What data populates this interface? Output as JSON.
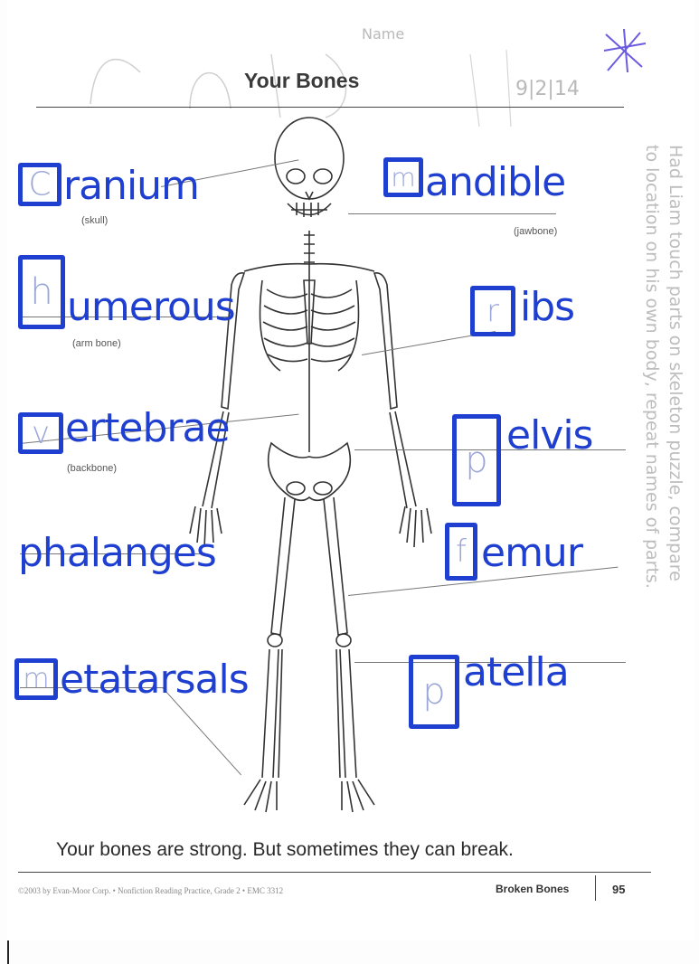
{
  "worksheet": {
    "title": "Your Bones",
    "name_scribble": "Name",
    "date": "9|2|14",
    "caption": "Your bones are strong. But sometimes they can break.",
    "footer_copyright": "©2003 by Evan-Moor Corp. • Nonfiction Reading Practice, Grade 2 • EMC 3312",
    "footer_section": "Broken Bones",
    "page_number": "95",
    "teacher_note_line1": "Had Liam touch parts on skeleton puzzle, compare",
    "teacher_note_line2": "to location on his own body, repeat names of parts."
  },
  "labels": {
    "cranium": {
      "box_letter": "C",
      "rest": "ranium",
      "hint": "(skull)"
    },
    "mandible": {
      "box_letter": "m",
      "rest": "andible",
      "hint": "(jawbone)"
    },
    "humerous": {
      "box_letter": "h",
      "rest": "umerous",
      "hint": "(arm bone)"
    },
    "ribs": {
      "box_letter": "r",
      "rest": "ibs"
    },
    "vertebrae": {
      "box_letter": "v",
      "rest": "ertebrae",
      "hint": "(backbone)"
    },
    "pelvis": {
      "box_letter": "p",
      "rest": "elvis"
    },
    "phalanges": {
      "text": "phalanges"
    },
    "femur": {
      "box_letter": "f",
      "rest": "emur"
    },
    "metatarsals": {
      "box_letter": "m",
      "rest": "etatarsals"
    },
    "patella": {
      "box_letter": "p",
      "rest": "atella"
    }
  }
}
